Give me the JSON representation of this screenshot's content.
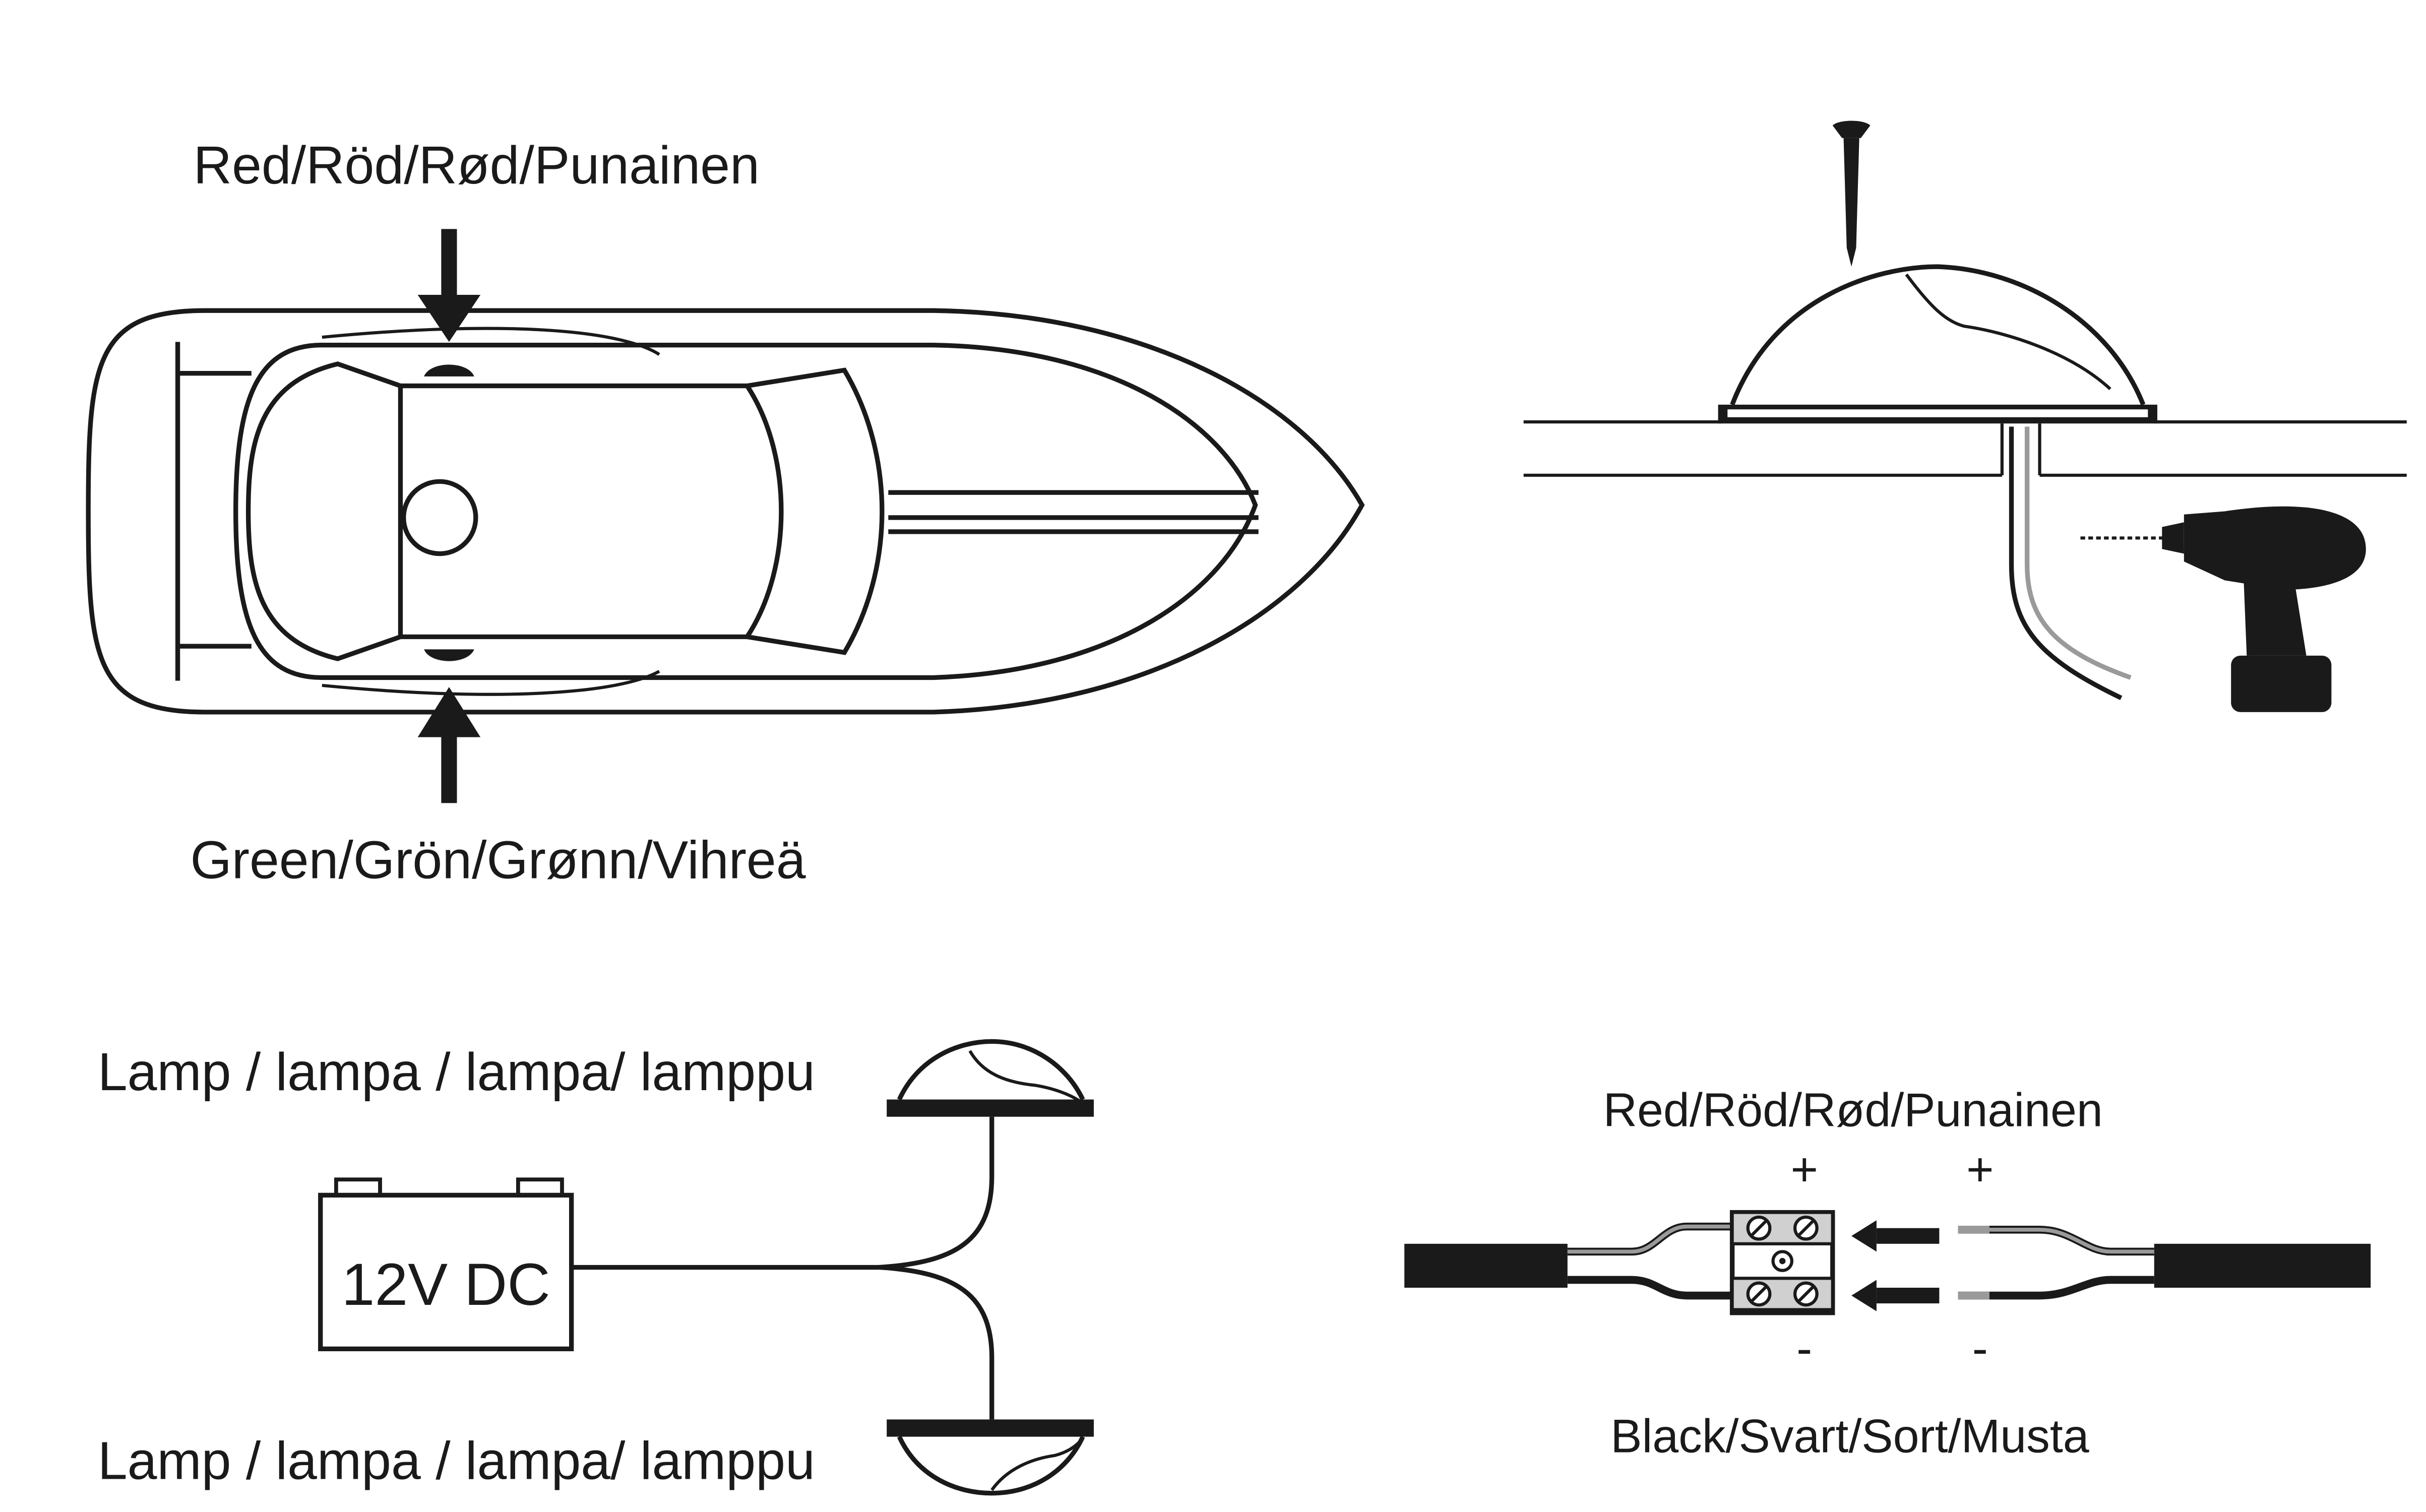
{
  "boat_panel": {
    "top_label": "Red/Röd/Rød/Punainen",
    "bottom_label": "Green/Grön/Grønn/Vihreä"
  },
  "mounting_panel": {},
  "circuit_panel": {
    "lamp_top_label": "Lamp / lampa / lampa/ lamppu",
    "lamp_bottom_label": "Lamp / lampa / lampa/ lamppu",
    "battery_label": "12V DC"
  },
  "wiring_panel": {
    "top_label": "Red/Röd/Rød/Punainen",
    "bottom_label": "Black/Svart/Sort/Musta",
    "plus_left": "+",
    "plus_right": "+",
    "minus_left": "-",
    "minus_right": "-"
  },
  "colors": {
    "line": "#1a1a1a",
    "background": "#ffffff",
    "wire_grey": "#9a9a9a"
  }
}
